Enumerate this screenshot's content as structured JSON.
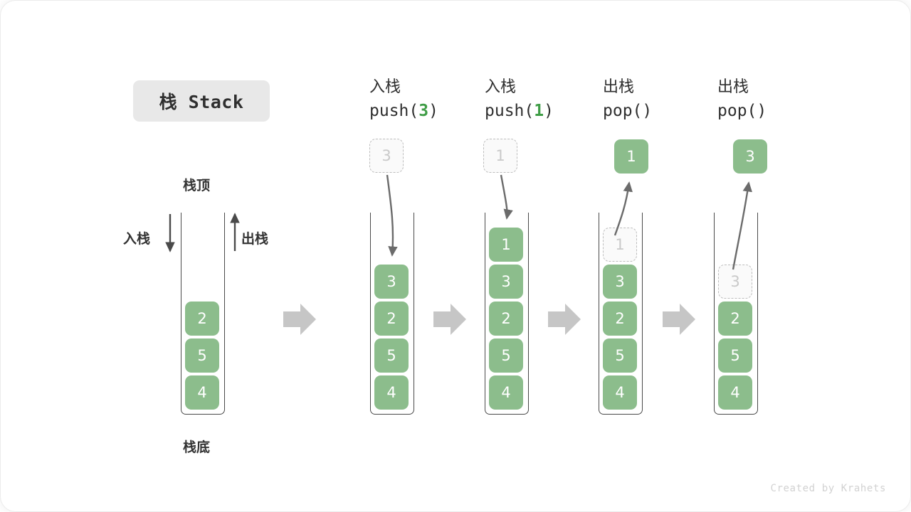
{
  "diagram": {
    "title": "栈 Stack",
    "watermark": "Created by Krahets",
    "labels": {
      "top": "栈顶",
      "bottom": "栈底",
      "push": "入栈",
      "pop": "出栈"
    },
    "colors": {
      "cell_fill": "#8cbd8c",
      "cell_text": "#ffffff",
      "ghost_fill": "#fafafa",
      "ghost_border": "#bdbdbd",
      "ghost_text": "#c9c9c9",
      "container_stroke": "#4a4a4a",
      "arrow": "#6b6b6b",
      "block_arrow": "#c6c6c6",
      "accent_green": "#3f9d46",
      "title_chip_bg": "#e8e8e8",
      "text": "#333333"
    },
    "stages": [
      {
        "id": "initial",
        "caption_cn": "",
        "caption_code": "",
        "cells": [
          "2",
          "5",
          "4"
        ],
        "ghost_cell": null,
        "result_cell": null
      },
      {
        "id": "push-3",
        "caption_cn": "入栈",
        "caption_code_prefix": "push(",
        "caption_code_arg": "3",
        "caption_code_suffix": ")",
        "cells": [
          "3",
          "2",
          "5",
          "4"
        ],
        "ghost_cell": "3",
        "result_cell": null
      },
      {
        "id": "push-1",
        "caption_cn": "入栈",
        "caption_code_prefix": "push(",
        "caption_code_arg": "1",
        "caption_code_suffix": ")",
        "cells": [
          "1",
          "3",
          "2",
          "5",
          "4"
        ],
        "ghost_cell": "1",
        "result_cell": null
      },
      {
        "id": "pop-1",
        "caption_cn": "出栈",
        "caption_code_prefix": "pop(",
        "caption_code_arg": "",
        "caption_code_suffix": ")",
        "cells": [
          "3",
          "2",
          "5",
          "4"
        ],
        "ghost_cell": "1",
        "result_cell": "1"
      },
      {
        "id": "pop-3",
        "caption_cn": "出栈",
        "caption_code_prefix": "pop(",
        "caption_code_arg": "",
        "caption_code_suffix": ")",
        "cells": [
          "2",
          "5",
          "4"
        ],
        "ghost_cell": "3",
        "result_cell": "3"
      }
    ]
  }
}
